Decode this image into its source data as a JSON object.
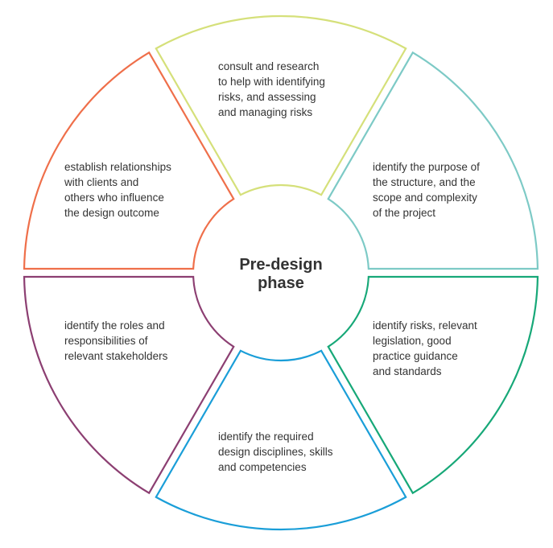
{
  "center": {
    "title_line1": "Pre-design",
    "title_line2": "phase"
  },
  "segments": [
    {
      "id": "top",
      "color": "#d5e07a",
      "text": "consult and research\nto help with identifying\nrisks, and assessing\nand managing risks"
    },
    {
      "id": "top-right",
      "color": "#7dcac6",
      "text": "identify the purpose of\nthe structure, and the\nscope and complexity\nof the project"
    },
    {
      "id": "bottom-right",
      "color": "#17a878",
      "text": "identify risks, relevant\nlegislation, good\npractice guidance\nand standards"
    },
    {
      "id": "bottom",
      "color": "#1a9ed8",
      "text": "identify the required\ndesign disciplines, skills\nand competencies"
    },
    {
      "id": "bottom-left",
      "color": "#8c3f72",
      "text": "identify the roles and\nresponsibilities of\nrelevant stakeholders"
    },
    {
      "id": "top-left",
      "color": "#ef6f4a",
      "text": "establish relationships\nwith clients and\nothers who influence\nthe design outcome"
    }
  ]
}
